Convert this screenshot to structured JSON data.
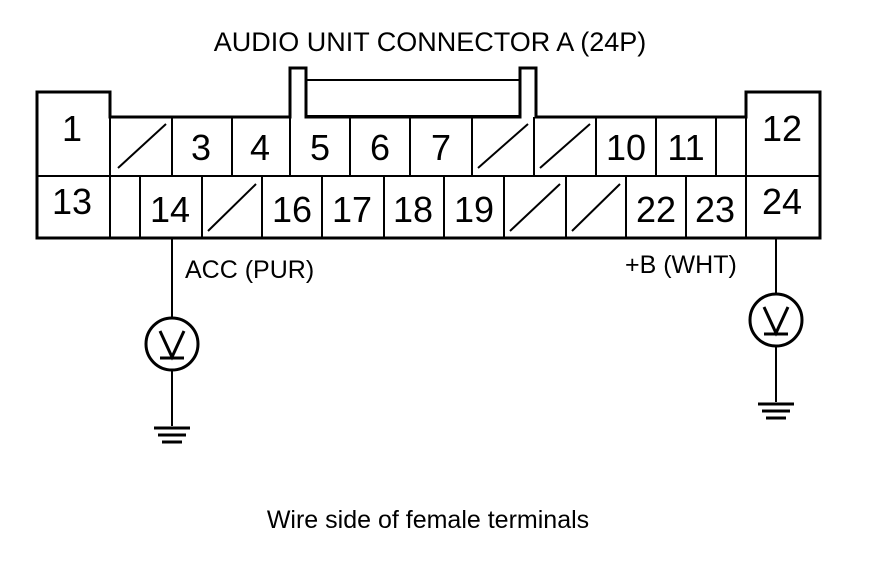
{
  "title": "AUDIO UNIT CONNECTOR A (24P)",
  "caption": "Wire side of female terminals",
  "connector": {
    "pins": [
      {
        "number": "1"
      },
      {
        "number": "3"
      },
      {
        "number": "4"
      },
      {
        "number": "5"
      },
      {
        "number": "6"
      },
      {
        "number": "7"
      },
      {
        "number": "10"
      },
      {
        "number": "11"
      },
      {
        "number": "12"
      },
      {
        "number": "13"
      },
      {
        "number": "14"
      },
      {
        "number": "16"
      },
      {
        "number": "17"
      },
      {
        "number": "18"
      },
      {
        "number": "19"
      },
      {
        "number": "22"
      },
      {
        "number": "23"
      },
      {
        "number": "24"
      }
    ]
  },
  "probes": [
    {
      "pin": "14",
      "wire_label": "ACC (PUR)",
      "symbol": "voltmeter-icon"
    },
    {
      "pin": "24",
      "wire_label": "+B (WHT)",
      "symbol": "voltmeter-icon"
    }
  ]
}
